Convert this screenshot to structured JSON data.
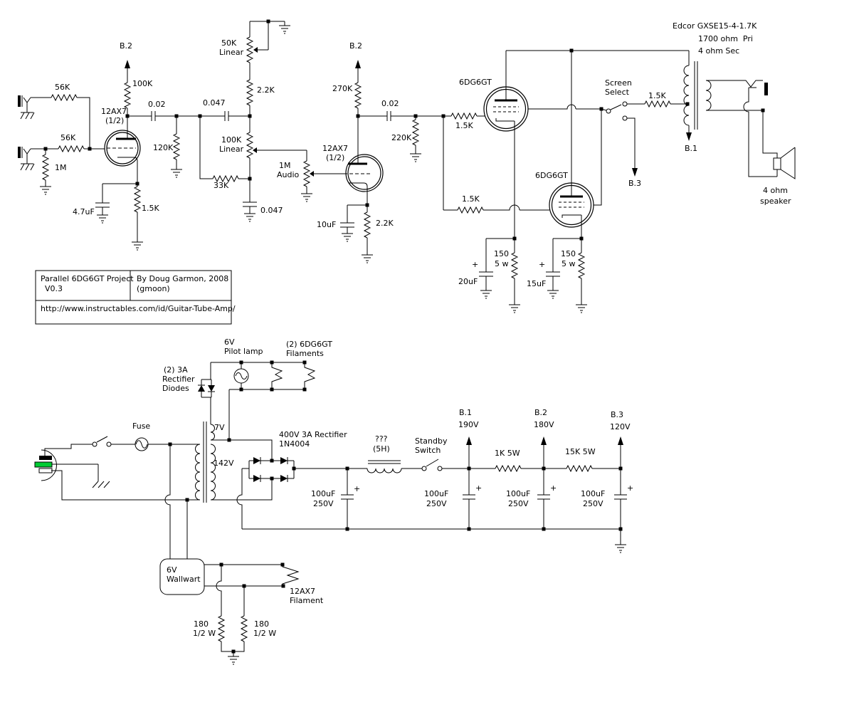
{
  "symbols": {
    "plus": "+"
  },
  "title_block": {
    "project": "Parallel 6DG6GT Project",
    "version": "V0.3",
    "author": "By Doug Garmon, 2008",
    "author_alias": "(gmoon)",
    "url": "http://www.instructables.com/id/Guitar-Tube-Amp/"
  },
  "preamp": {
    "supply": "B.2",
    "plate_resistor": "100K",
    "input_resistor_1": "56K",
    "input_resistor_2": "56K",
    "grid_resistor": "1M",
    "tube": "12AX7",
    "tube_section": "(1/2)",
    "coupling_cap": "0.02",
    "following_load": "120K",
    "cathode_bypass_cap": "4.7uF",
    "cathode_resistor": "1.5K"
  },
  "tone_stack": {
    "coupling_cap_in": "0.047",
    "treble_pot": "50K",
    "treble_pot_taper": "Linear",
    "treble_resistor": "2.2K",
    "bass_pot": "100K",
    "bass_pot_taper": "Linear",
    "bass_resistor": "33K",
    "bass_cap": "0.047",
    "volume_pot": "1M",
    "volume_pot_taper": "Audio"
  },
  "driver": {
    "supply": "B.2",
    "plate_resistor": "270K",
    "tube": "12AX7",
    "tube_section": "(1/2)",
    "coupling_cap": "0.02",
    "grid_resistor": "220K",
    "cathode_bypass_cap": "10uF",
    "cathode_resistor": "2.2K"
  },
  "power_amp": {
    "tube_upper": "6DG6GT",
    "tube_lower": "6DG6GT",
    "grid_stopper_upper": "1.5K",
    "grid_stopper_lower": "1.5K",
    "cathode_resistor_upper": "150",
    "cathode_resistor_upper_watt": "5 w",
    "cathode_cap_upper": "20uF",
    "cathode_resistor_lower": "150",
    "cathode_resistor_lower_watt": "5 w",
    "cathode_cap_lower": "15uF",
    "screen_switch_line1": "Screen",
    "screen_switch_line2": "Select",
    "screen_resistor": "1.5K",
    "screen_alt_supply": "B.3",
    "plate_supply": "B.1"
  },
  "output_transformer": {
    "model": "Edcor GXSE15-4-1.7K",
    "primary": "1700 ohm  Pri",
    "secondary": "4 ohm Sec",
    "speaker_line1": "4 ohm",
    "speaker_line2": "speaker"
  },
  "power_supply": {
    "pilot_line1": "6V",
    "pilot_line2": "Pilot lamp",
    "filaments_line1": "(2) 6DG6GT",
    "filaments_line2": "Filaments",
    "heater_diodes_line1": "(2) 3A",
    "heater_diodes_line2": "Rectifier",
    "heater_diodes_line3": "Diodes",
    "fuse": "Fuse",
    "heater_winding": "7V",
    "ht_winding": "142V",
    "rectifier_line1": "400V 3A Rectifier",
    "rectifier_line2": "1N4004",
    "choke_line1": "???",
    "choke_line2": "(5H)",
    "standby_line1": "Standby",
    "standby_line2": "Switch",
    "filter_cap_1": "100uF",
    "filter_cap_1_voltage": "250V",
    "filter_cap_2": "100uF",
    "filter_cap_2_voltage": "250V",
    "filter_cap_3": "100uF",
    "filter_cap_3_voltage": "250V",
    "filter_cap_4": "100uF",
    "filter_cap_4_voltage": "250V",
    "b1_rail": "B.1",
    "b1_voltage": "190V",
    "b2_rail": "B.2",
    "b2_voltage": "180V",
    "b3_rail": "B.3",
    "b3_voltage": "120V",
    "dropping_resistor_1": "1K 5W",
    "dropping_resistor_2": "15K 5W"
  },
  "heater_supply": {
    "wallwart_line1": "6V",
    "wallwart_line2": "Wallwart",
    "filament_line1": "12AX7",
    "filament_line2": "Filament",
    "resistor_1": "180",
    "resistor_1_watt": "1/2 W",
    "resistor_2": "180",
    "resistor_2_watt": "1/2 W"
  },
  "colors": {
    "wire": "#000000",
    "background": "#ffffff",
    "plug_hot": "#000000",
    "plug_earth": "#00cc33",
    "plug_neutral": "#ffffff"
  }
}
